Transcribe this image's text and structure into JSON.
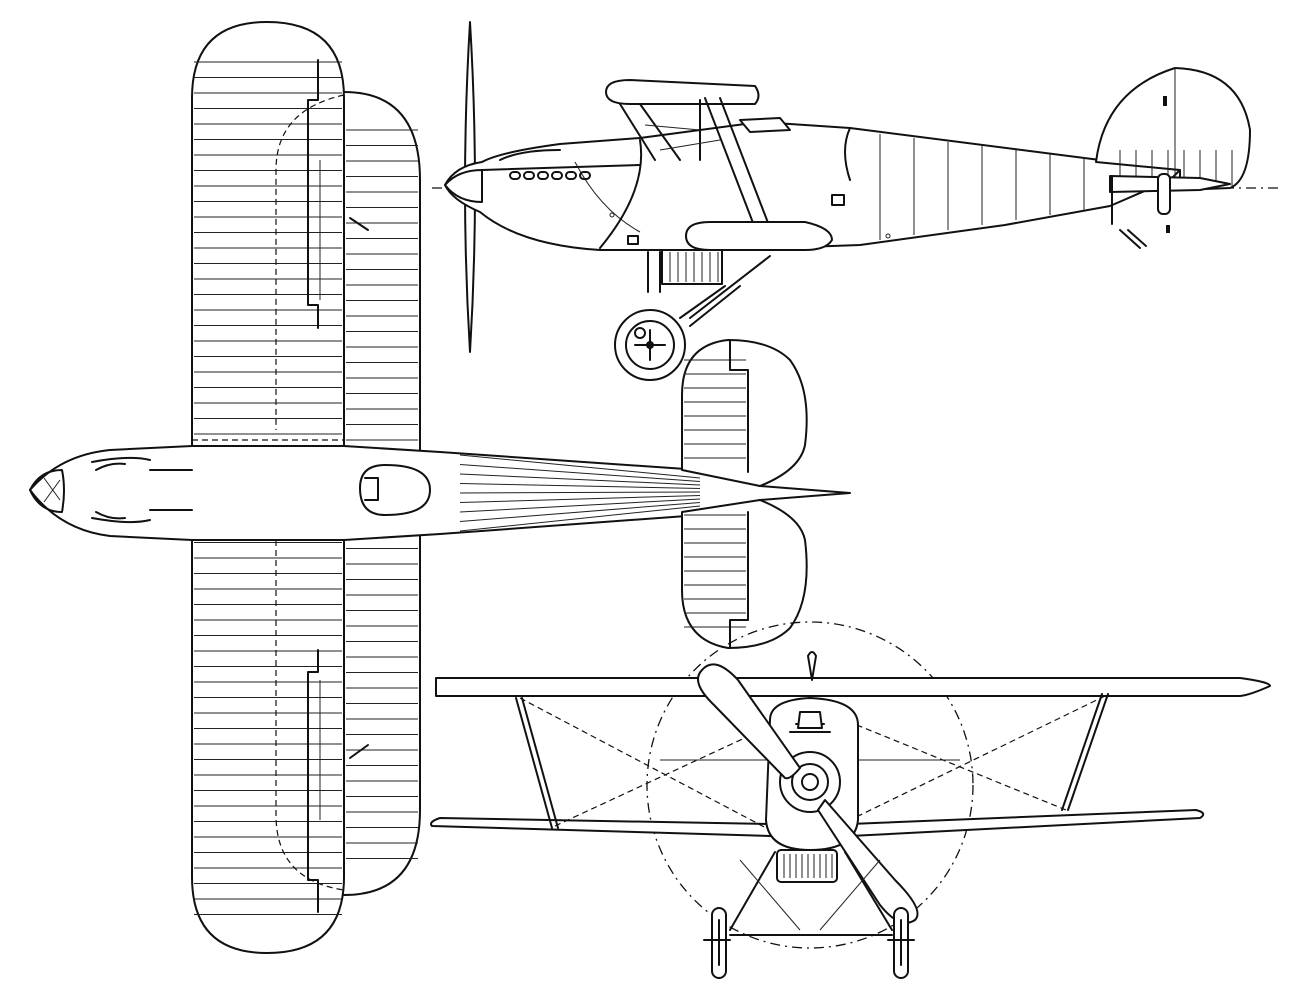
{
  "drawing": {
    "views": [
      "plan-view",
      "side-view",
      "front-view"
    ],
    "line_color": "#111111",
    "background": "#ffffff"
  }
}
